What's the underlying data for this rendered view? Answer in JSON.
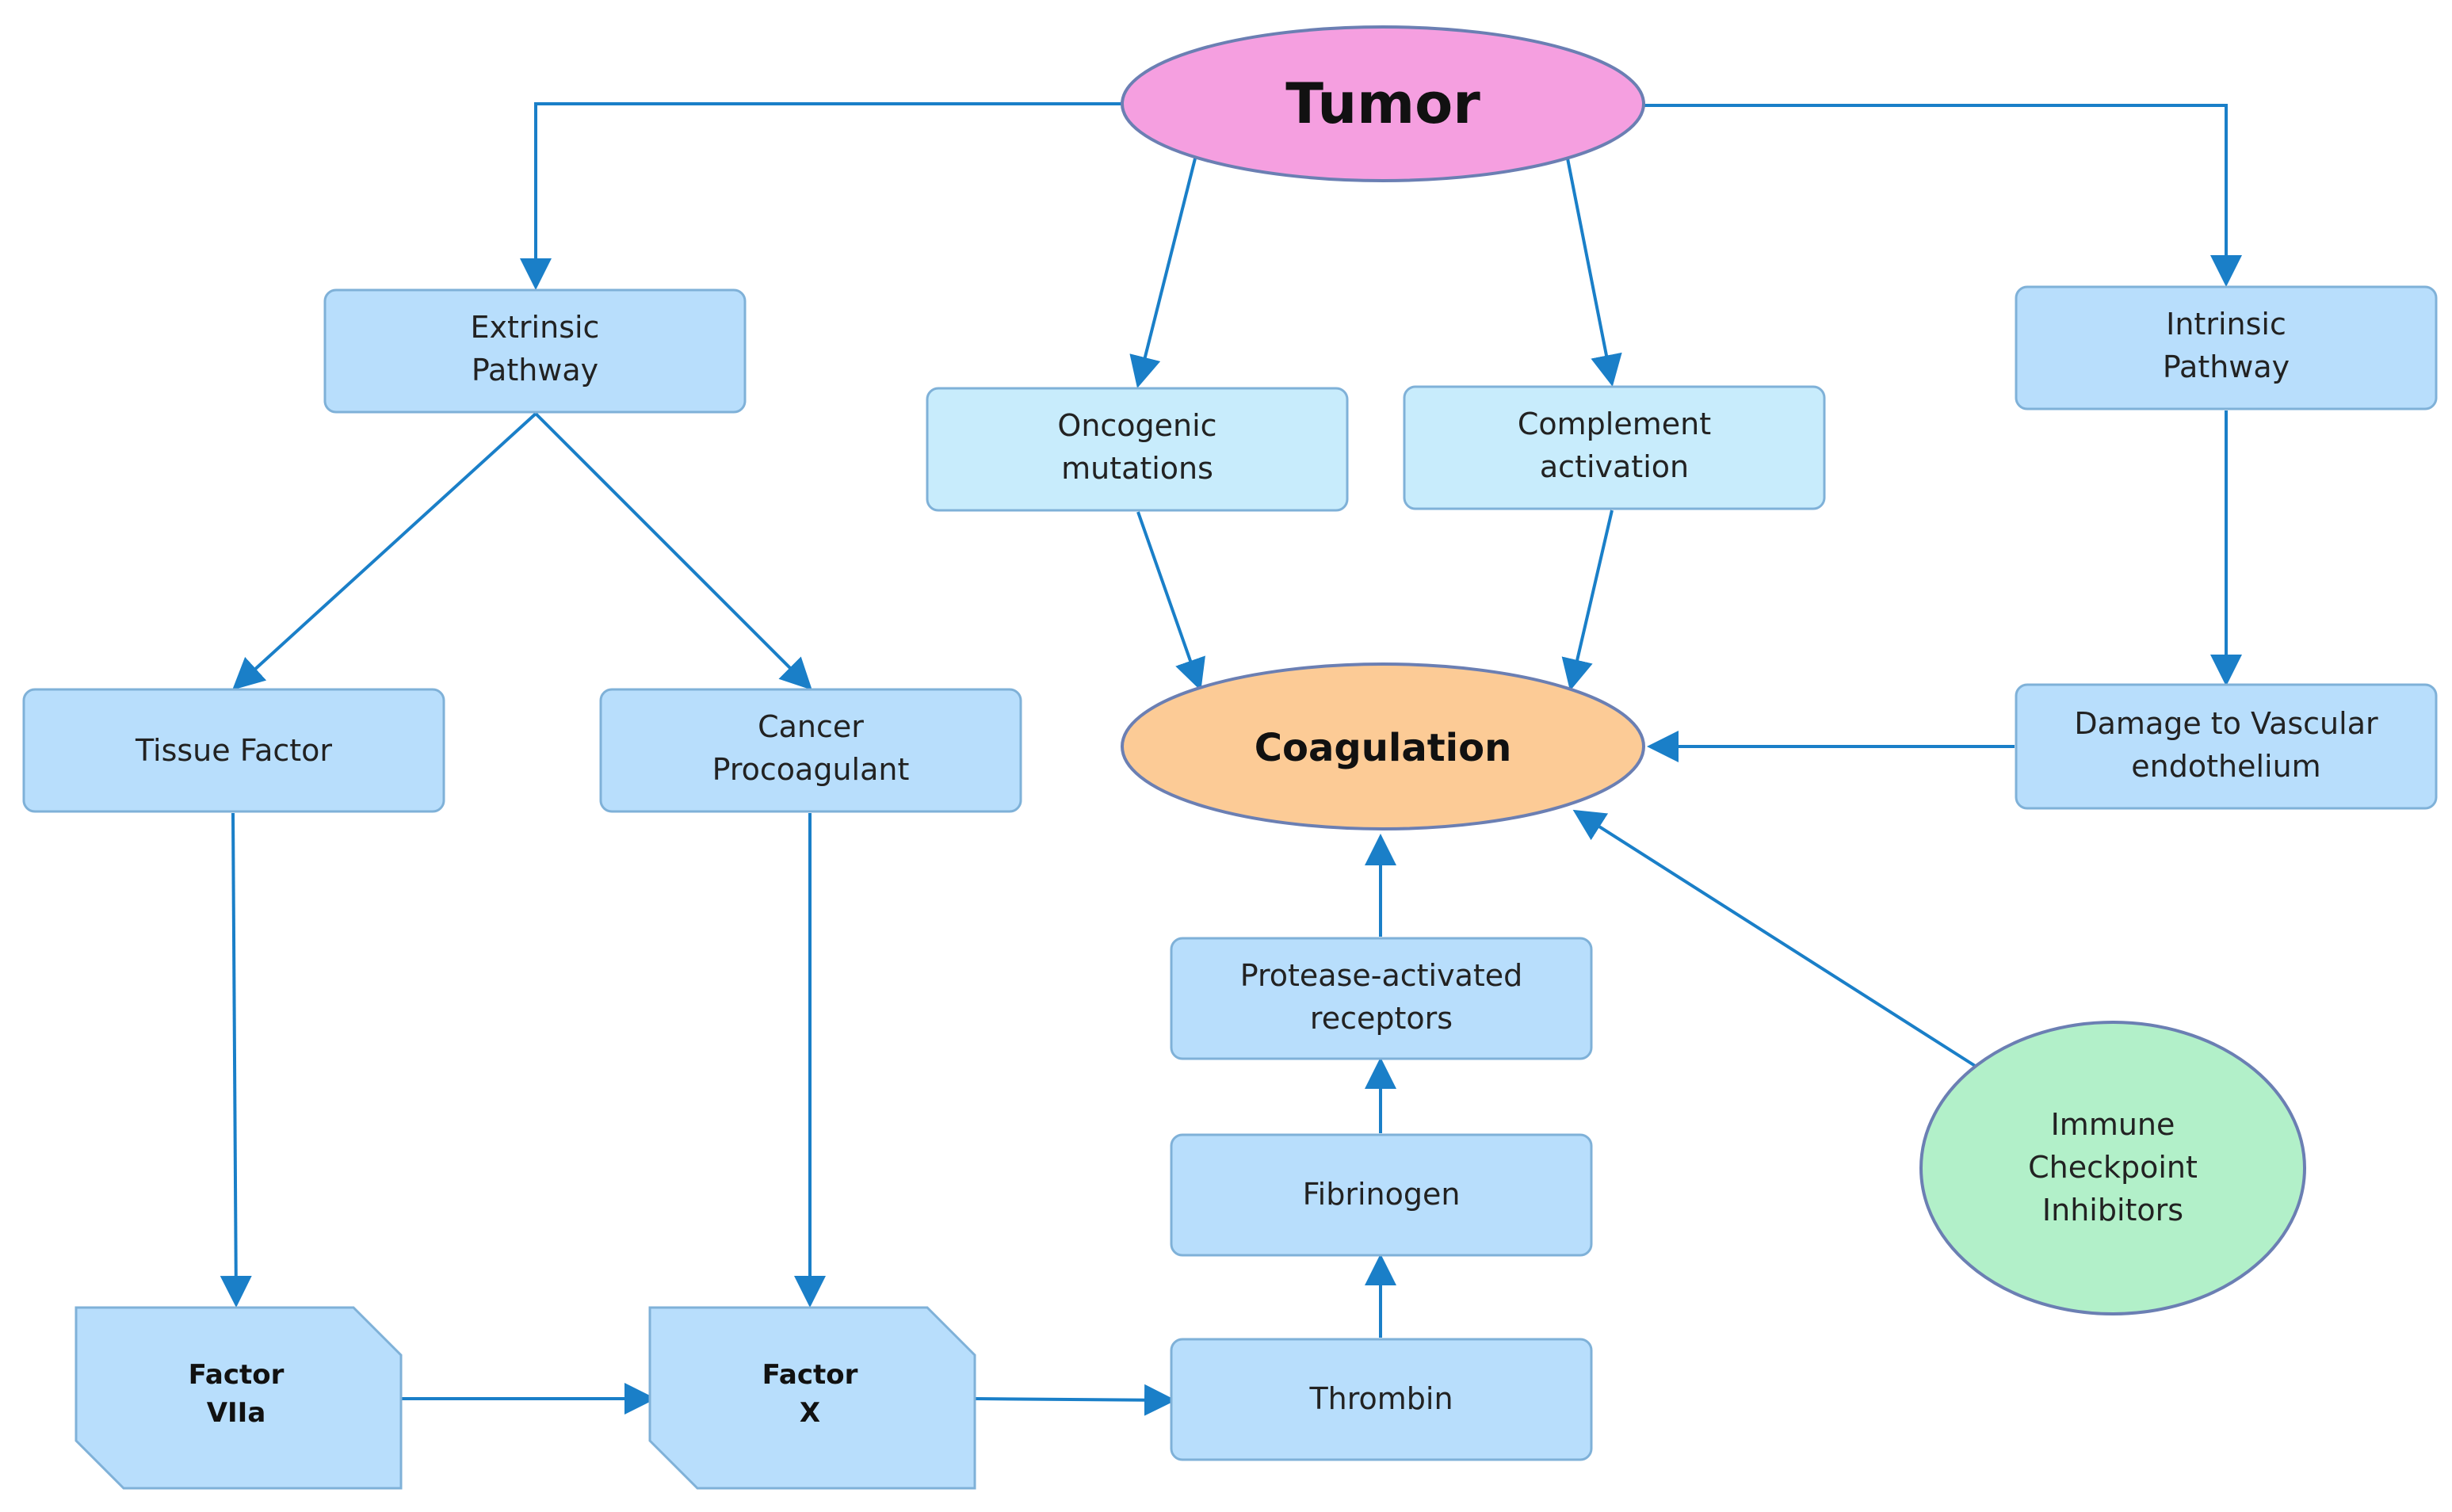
{
  "colors": {
    "arrow": "#1a7fc8",
    "box_fill": "#b8defc",
    "box_fill_light": "#c8ecfc",
    "box_stroke": "#7fb1d8",
    "tumor_fill": "#f59fe0",
    "coagulation_fill": "#fccb96",
    "immune_fill": "#b2f0c9"
  },
  "nodes": {
    "tumor": "Tumor",
    "extrinsic": [
      "Extrinsic",
      "Pathway"
    ],
    "intrinsic": [
      "Intrinsic",
      "Pathway"
    ],
    "oncogenic": [
      "Oncogenic",
      "mutations"
    ],
    "complement": [
      "Complement",
      "activation"
    ],
    "tissue_factor": "Tissue Factor",
    "cancer_procoagulant": [
      "Cancer",
      "Procoagulant"
    ],
    "coagulation": "Coagulation",
    "damage": [
      "Damage to Vascular",
      "endothelium"
    ],
    "par": [
      "Protease-activated",
      "receptors"
    ],
    "fibrinogen": "Fibrinogen",
    "thrombin": "Thrombin",
    "factor_viia": [
      "Factor",
      "VIIa"
    ],
    "factor_x": [
      "Factor",
      "X"
    ],
    "immune": [
      "Immune",
      "Checkpoint",
      "Inhibitors"
    ]
  }
}
